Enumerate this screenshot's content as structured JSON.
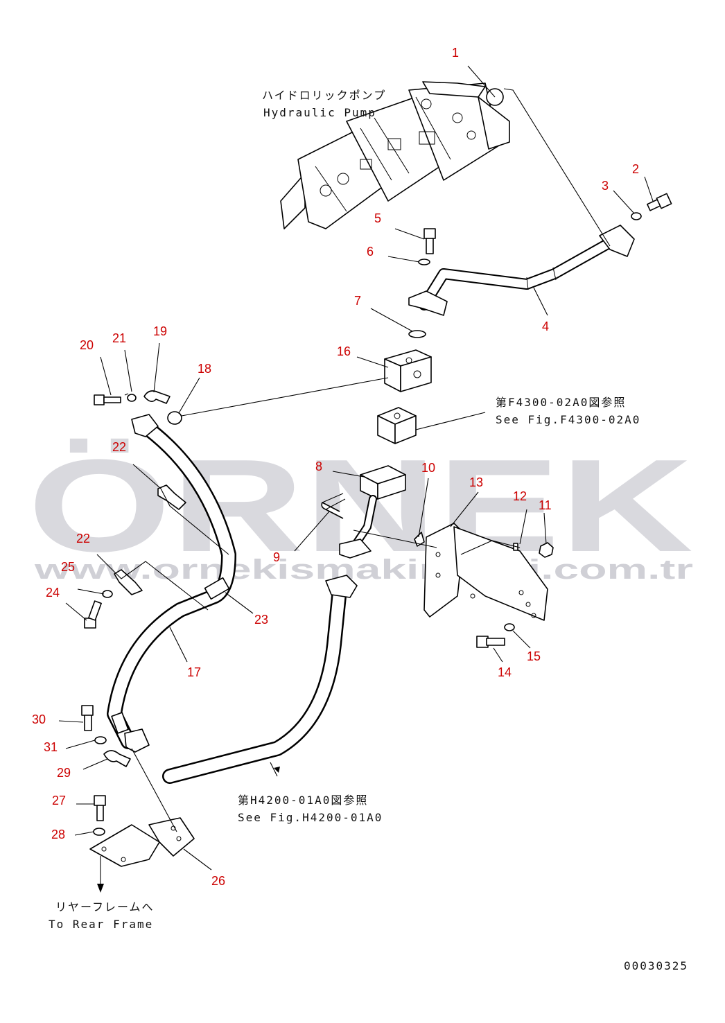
{
  "drawing": {
    "code": "00030325",
    "accent_color": "#cc0000"
  },
  "watermark": {
    "brand": "ÖRNEK",
    "url": "www.ornekismakinalari.com.tr",
    "color": "#d9d9de"
  },
  "notes": {
    "pump_jp": "ハイドロリックポンプ",
    "pump_en": "Hydraulic Pump",
    "fig1_jp": "第F4300-02A0図参照",
    "fig1_en": "See Fig.F4300-02A0",
    "fig2_jp": "第H4200-01A0図参照",
    "fig2_en": "See Fig.H4200-01A0",
    "rear_jp": "リヤーフレームへ",
    "rear_en": "To Rear Frame"
  },
  "callouts": [
    "1",
    "2",
    "3",
    "4",
    "5",
    "6",
    "7",
    "8",
    "9",
    "10",
    "11",
    "12",
    "13",
    "14",
    "15",
    "16",
    "17",
    "18",
    "19",
    "20",
    "21",
    "22",
    "22",
    "23",
    "24",
    "25",
    "26",
    "27",
    "28",
    "29",
    "30",
    "31"
  ]
}
